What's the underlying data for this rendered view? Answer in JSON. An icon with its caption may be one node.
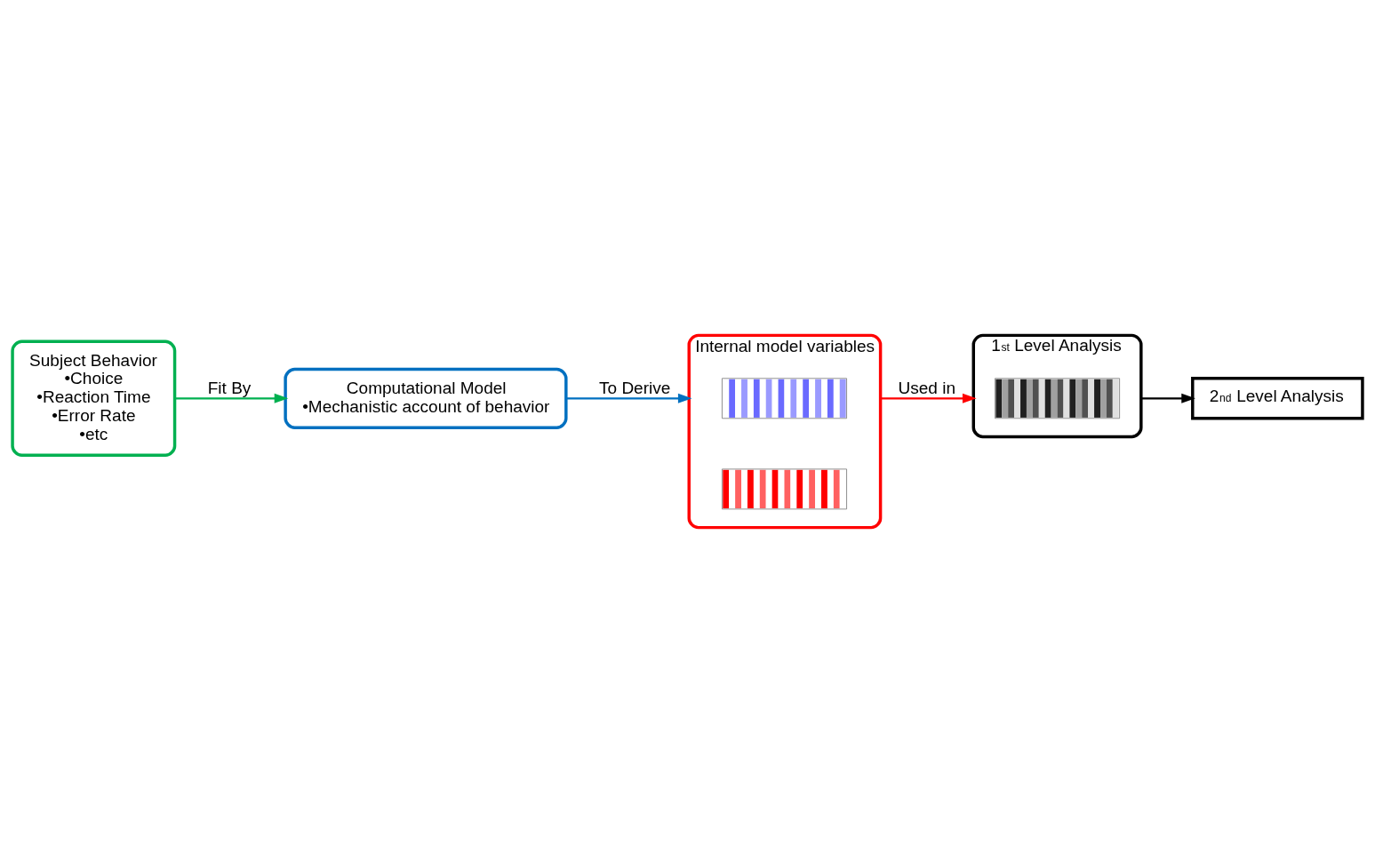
{
  "diagram": {
    "nodes": [
      {
        "text": [
          "Subject Behavior",
          "•Choice",
          "•Reaction Time",
          "•Error Rate",
          "•etc"
        ]
      },
      {
        "text": [
          "Computational Model",
          "•Mechanistic account of behavior"
        ]
      },
      {
        "text": [
          "2$^{nd}$ Level Analysis"
        ]
      },
      {
        "text": [
          "Internal model variables"
        ]
      },
      {
        "text": [],
        "shape": "picture",
        "in": 3
      },
      {
        "text": [],
        "shape": "picture",
        "in": 3
      },
      {
        "text": [
          "1$^{st}$ Level Analysis"
        ]
      },
      {
        "text": [],
        "shape": "picture",
        "in": 6
      }
    ],
    "edges": [
      {
        "from": 0,
        "to": 1,
        "arrow": "to",
        "label": "Fit By",
        "color": "#00b050"
      },
      {
        "from": 1,
        "to": 3,
        "arrow": "to",
        "label": "To Derive",
        "color": "#0070c0"
      },
      {
        "from": 3,
        "to": 6,
        "arrow": "to",
        "label": "Used in",
        "color": "#ff0000"
      },
      {
        "from": 6,
        "to": 2,
        "arrow": "to",
        "color": "#000000"
      }
    ]
  }
}
